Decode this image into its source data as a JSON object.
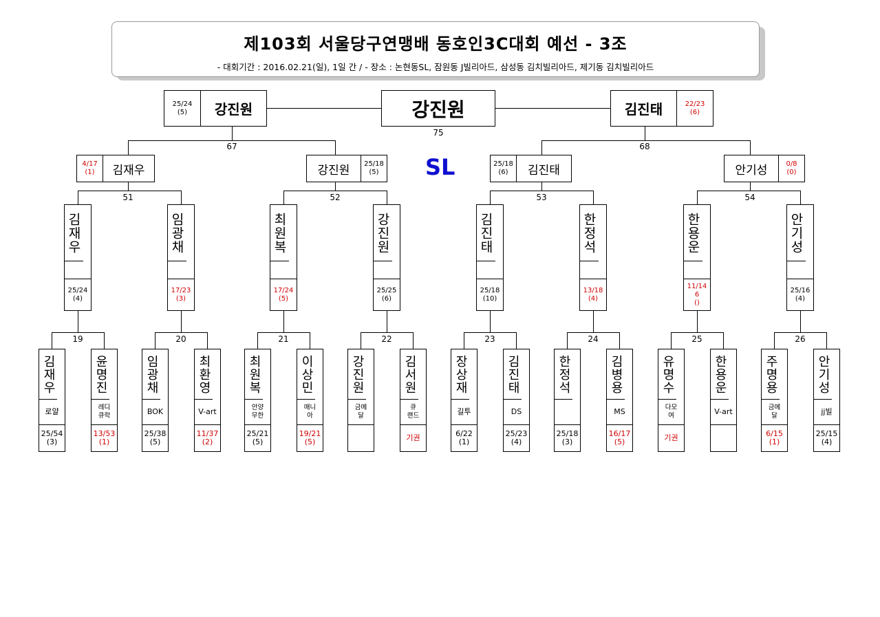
{
  "header": {
    "title": "제103회 서울당구연맹배 동호인3C대회 예선 - 3조",
    "subtitle": "- 대회기간 : 2016.02.21(일), 1일 간 / - 장소 : 논현동SL, 잠원동 J빌리아드, 삼성동 김치빌리아드, 제기동 김치빌리아드"
  },
  "venue": "SL",
  "final": {
    "winner": "강진원",
    "match_no": "75",
    "left": {
      "name": "강진원",
      "score": "25/24",
      "inning": "(5)"
    },
    "right": {
      "name": "김진태",
      "score": "22/23",
      "inning": "(6)"
    }
  },
  "semis": [
    {
      "no": "67",
      "left": {
        "name": "김재우",
        "score": "4/17",
        "inning": "(1)"
      },
      "right": {
        "name": "강진원",
        "score": "25/18",
        "inning": "(5)"
      }
    },
    {
      "no": "68",
      "left": {
        "name": "김진태",
        "score": "25/18",
        "inning": "(6)"
      },
      "right": {
        "name": "안기성",
        "score": "0/8",
        "inning": "(0)"
      }
    }
  ],
  "quarters": [
    {
      "no": "51"
    },
    {
      "no": "52"
    },
    {
      "no": "53"
    },
    {
      "no": "54"
    }
  ],
  "round2": [
    {
      "name": "김재우",
      "score": "25/24",
      "inning": "(4)",
      "lost": false
    },
    {
      "name": "임광채",
      "score": "17/23",
      "inning": "(3)",
      "lost": true
    },
    {
      "name": "최원복",
      "score": "17/24",
      "inning": "(5)",
      "lost": true
    },
    {
      "name": "강진원",
      "score": "25/25",
      "inning": "(6)",
      "lost": false
    },
    {
      "name": "김진태",
      "score": "25/18",
      "inning": "(10)",
      "lost": false
    },
    {
      "name": "한정석",
      "score": "13/18",
      "inning": "(4)",
      "lost": true
    },
    {
      "name": "한용운",
      "score": "11/14",
      "inning": "6\n()",
      "lost": true
    },
    {
      "name": "안기성",
      "score": "25/16",
      "inning": "(4)",
      "lost": false
    }
  ],
  "round1_matches": [
    "19",
    "20",
    "21",
    "22",
    "23",
    "24",
    "25",
    "26"
  ],
  "round1": [
    {
      "name": "김재우",
      "club": "로얄",
      "score": "25/54",
      "inning": "(3)",
      "lost": false
    },
    {
      "name": "윤명진",
      "club": "레디\n큐락",
      "score": "13/53",
      "inning": "(1)",
      "lost": true
    },
    {
      "name": "임광채",
      "club": "BOK",
      "score": "25/38",
      "inning": "(5)",
      "lost": false
    },
    {
      "name": "최환영",
      "club": "V-art",
      "score": "11/37",
      "inning": "(2)",
      "lost": true
    },
    {
      "name": "최원복",
      "club": "안양\n무한",
      "score": "25/21",
      "inning": "(5)",
      "lost": false
    },
    {
      "name": "이상민",
      "club": "매니\n아",
      "score": "19/21",
      "inning": "(5)",
      "lost": true
    },
    {
      "name": "강진원",
      "club": "금메\n달",
      "score": "",
      "inning": "",
      "lost": false
    },
    {
      "name": "김서원",
      "club": "큐\n랜드",
      "score": "기권",
      "inning": "",
      "lost": true
    },
    {
      "name": "장상재",
      "club": "길투",
      "score": "6/22",
      "inning": "(1)",
      "lost": false
    },
    {
      "name": "김진태",
      "club": "DS",
      "score": "25/23",
      "inning": "(4)",
      "lost": false
    },
    {
      "name": "한정석",
      "club": "",
      "score": "25/18",
      "inning": "(3)",
      "lost": false
    },
    {
      "name": "김병용",
      "club": "MS",
      "score": "16/17",
      "inning": "(5)",
      "lost": true
    },
    {
      "name": "유명수",
      "club": "다모\n여",
      "score": "기권",
      "inning": "",
      "lost": true
    },
    {
      "name": "한용운",
      "club": "V-art",
      "score": "",
      "inning": "",
      "lost": false
    },
    {
      "name": "주명용",
      "club": "금메\n달",
      "score": "6/15",
      "inning": "(1)",
      "lost": true
    },
    {
      "name": "안기성",
      "club": "jj빌",
      "score": "25/15",
      "inning": "(4)",
      "lost": false
    }
  ],
  "colors": {
    "loss": "#d00000",
    "venue": "#1010d0"
  }
}
